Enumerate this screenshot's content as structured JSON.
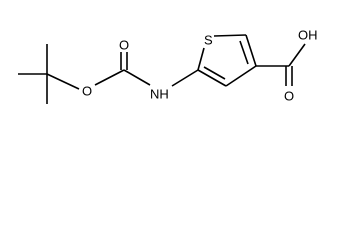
{
  "molecule": {
    "atoms": {
      "sulfur": "S",
      "nh": "NH",
      "ester_oxygen": "O",
      "carbamate_carbonyl_oxygen": "O",
      "acid_carbonyl_oxygen": "O",
      "acid_hydroxyl": "OH"
    }
  }
}
